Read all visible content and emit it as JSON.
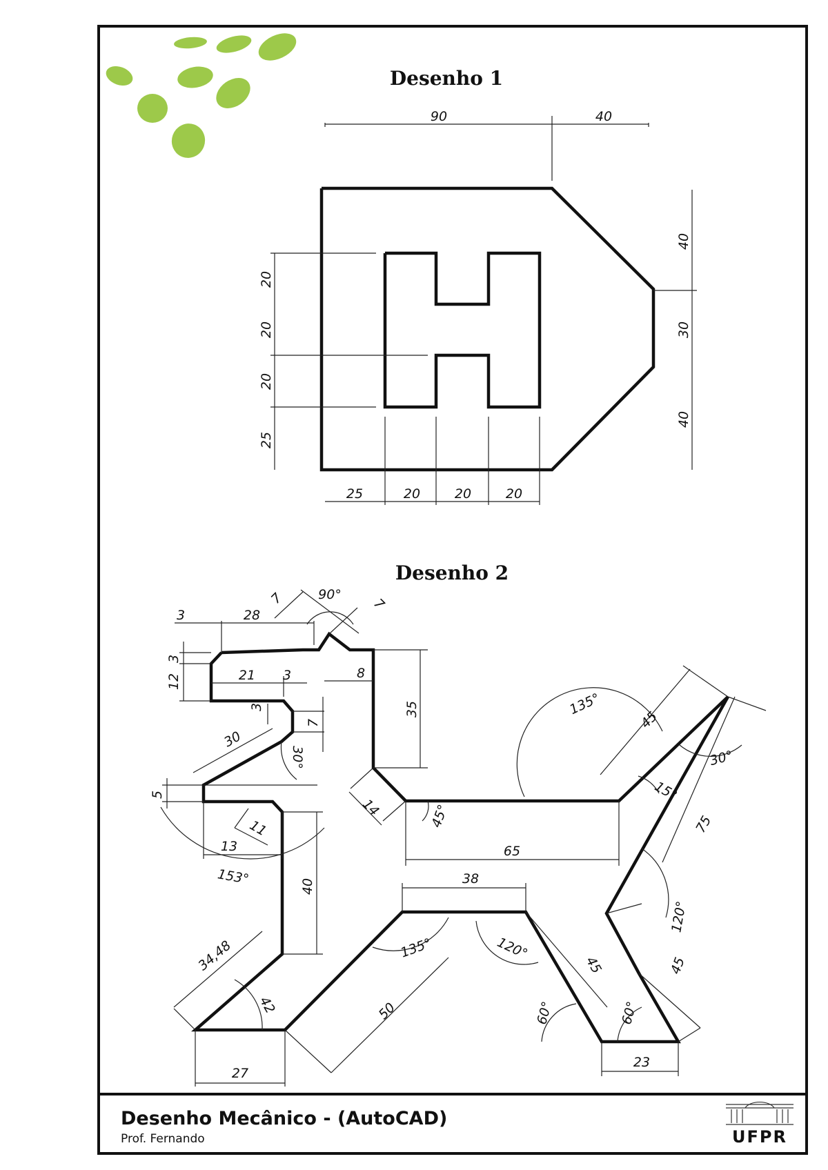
{
  "drawing1": {
    "title": "Desenho 1",
    "dims": {
      "top_90": "90",
      "top_40": "40",
      "right_40a": "40",
      "right_30": "30",
      "right_40b": "40",
      "left_20a": "20",
      "left_20b": "20",
      "left_20c": "20",
      "left_25": "25",
      "bottom_25": "25",
      "bottom_20a": "20",
      "bottom_20b": "20",
      "bottom_20c": "20"
    }
  },
  "drawing2": {
    "title": "Desenho 2",
    "dims": {
      "d3a": "3",
      "d28": "28",
      "d7a": "7",
      "a90": "90°",
      "d7b": "7",
      "d3b": "3",
      "d12": "12",
      "d21": "21",
      "d3c": "3",
      "d8": "8",
      "d35": "35",
      "d3d": "3",
      "d7c": "7",
      "d30": "30",
      "a30a": "30°",
      "d5": "5",
      "d14": "14",
      "a45": "45°",
      "d11": "11",
      "d13": "13",
      "a153": "153°",
      "d65": "65",
      "d40": "40",
      "d38": "38",
      "a135a": "135°",
      "d45a": "45",
      "a30b": "30°",
      "a15": "15°",
      "d75": "75",
      "a120a": "120°",
      "d45b": "45",
      "a135b": "135°",
      "a120b": "120°",
      "d45c": "45",
      "d3448": "34,48",
      "d42": "42",
      "d50": "50",
      "a60a": "60°",
      "a60b": "60°",
      "d27": "27",
      "d23": "23"
    }
  },
  "footer": {
    "course": "Desenho Mecânico  - (AutoCAD)",
    "professor": "Prof. Fernando",
    "logo_text": "UFPR"
  },
  "colors": {
    "accent_green": "#9dc94a",
    "line": "#111111"
  }
}
